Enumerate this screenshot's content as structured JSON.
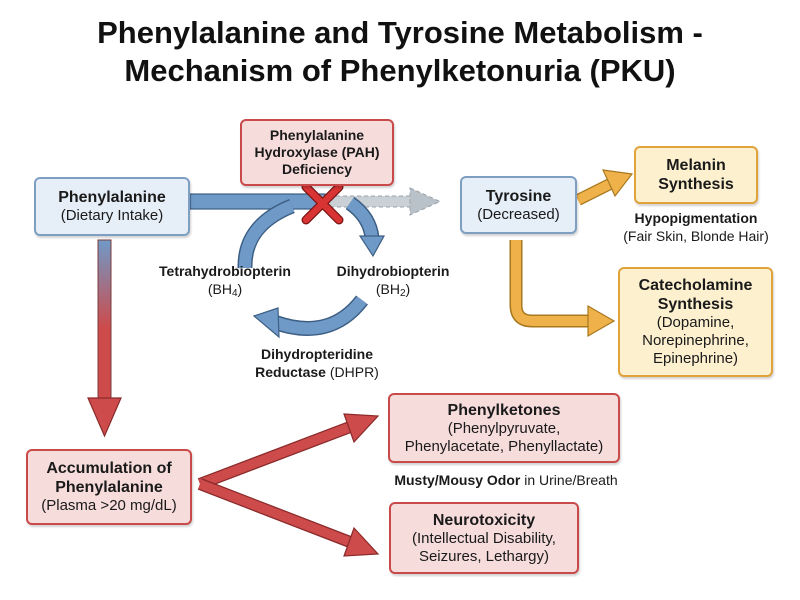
{
  "title": {
    "line1": "Phenylalanine and Tyrosine Metabolism -",
    "line2": "Mechanism of Phenylketonuria (PKU)"
  },
  "boxes": {
    "phenylalanine": {
      "name": "Phenylalanine",
      "detail": "(Dietary Intake)"
    },
    "pah": {
      "line1": "Phenylalanine",
      "line2": "Hydroxylase (PAH)",
      "line3": "Deficiency"
    },
    "tyrosine": {
      "name": "Tyrosine",
      "detail": "(Decreased)"
    },
    "melanin": {
      "line1": "Melanin",
      "line2": "Synthesis"
    },
    "catecholamine": {
      "line1": "Catecholamine",
      "line2": "Synthesis",
      "detail1": "(Dopamine,",
      "detail2": "Norepinephrine,",
      "detail3": "Epinephrine)"
    },
    "accumulation": {
      "line1": "Accumulation of",
      "line2": "Phenylalanine",
      "detail": "(Plasma >20 mg/dL)"
    },
    "phenylketones": {
      "name": "Phenylketones",
      "detail1": "(Phenylpyruvate,",
      "detail2": "Phenylacetate, Phenyllactate)"
    },
    "neurotoxicity": {
      "name": "Neurotoxicity",
      "detail1": "(Intellectual Disability,",
      "detail2": "Seizures, Lethargy)"
    }
  },
  "labels": {
    "hypopigmentation": {
      "name": "Hypopigmentation",
      "detail": "(Fair Skin, Blonde Hair)"
    },
    "bh4": {
      "name": "Tetrahydrobiopterin",
      "abbr": "(BH",
      "sub": "4",
      "close": ")"
    },
    "bh2": {
      "name": "Dihydrobiopterin",
      "abbr": "(BH",
      "sub": "2",
      "close": ")"
    },
    "dhpr": {
      "line1": "Dihydropteridine",
      "line2_bold": "Reductase",
      "line2_rest": " (DHPR)"
    },
    "odor": {
      "bold": "Musty/Mousy Odor",
      "rest": " in Urine/Breath"
    }
  },
  "colors": {
    "blue_arrow": "#6f9ac8",
    "red_arrow": "#cd4b4b",
    "yellow_arrow": "#efb24a",
    "block_x": "#d93434",
    "gray_arrow": "#b9c1c9"
  },
  "icons": {
    "block": "x-mark-icon"
  }
}
